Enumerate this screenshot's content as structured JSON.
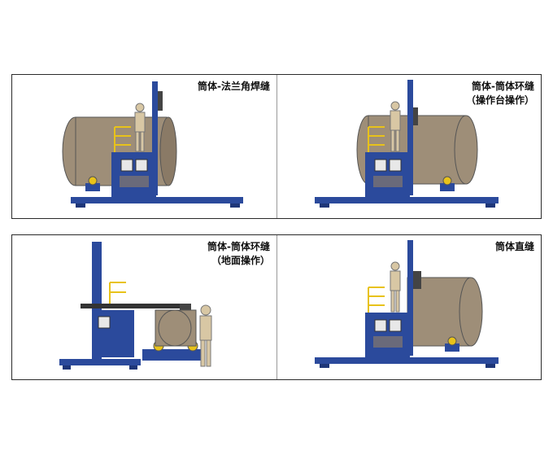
{
  "panels": [
    {
      "caption_line1": "筒体-法兰角焊缝",
      "caption_line2": ""
    },
    {
      "caption_line1": "筒体-筒体环缝",
      "caption_line2": "（操作台操作）"
    },
    {
      "caption_line1": "筒体-筒体环缝",
      "caption_line2": "（地面操作）"
    },
    {
      "caption_line1": "筒体直缝",
      "caption_line2": ""
    }
  ],
  "colors": {
    "frame_blue": "#2b4a9c",
    "vessel_tan": "#9e8e78",
    "railing_yellow": "#e8c21a",
    "operator_tan": "#d8c7a4"
  }
}
